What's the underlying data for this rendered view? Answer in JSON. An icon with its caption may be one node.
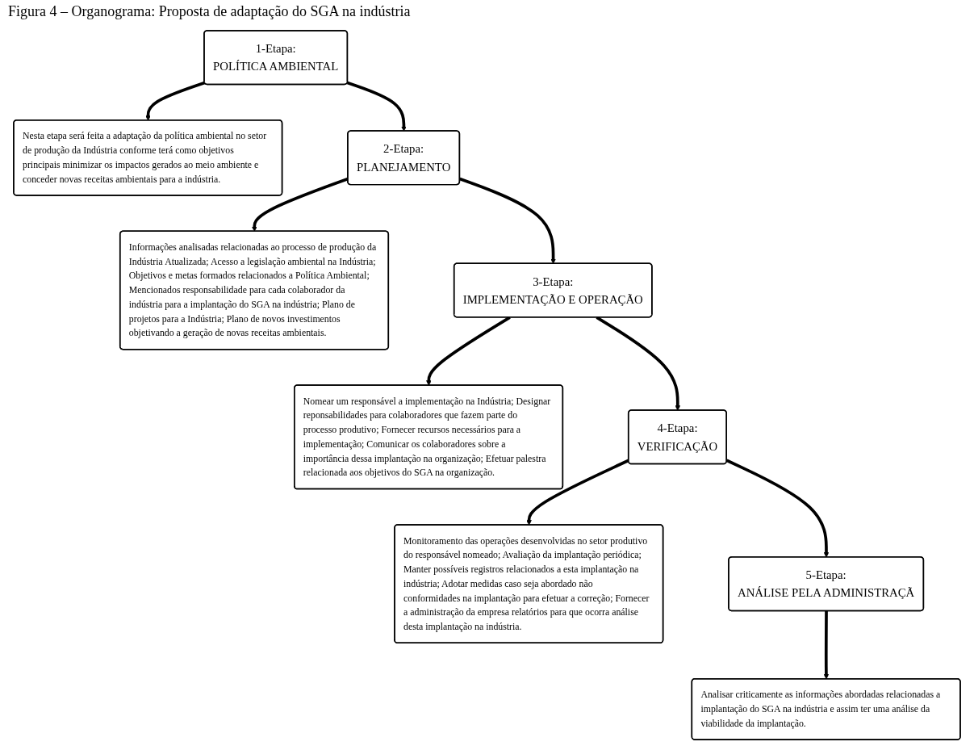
{
  "diagram": {
    "title": "Figura 4 – Organograma: Proposta de adaptação do SGA na indústria",
    "nodes": [
      {
        "text": [
          "1-Etapa:",
          "POLÍTICA AMBIENTAL"
        ]
      },
      {
        "text": [
          "Nesta etapa será feita a adaptação da política ambiental no setor de produção da Indústria conforme terá como objetivos principais minimizar os impactos gerados ao meio ambiente e conceder novas receitas ambientais para a indústria."
        ]
      },
      {
        "text": [
          "2-Etapa:",
          "PLANEJAMENTO"
        ]
      },
      {
        "text": [
          "Informações analisadas relacionadas ao processo de produção da Indústria Atualizada; Acesso a legislação ambiental na Indústria; Objetivos e metas formados relacionados a Política Ambiental; Mencionados responsabilidade para cada colaborador da indústria para a implantação do SGA na indústria; Plano de projetos para a Indústria; Plano de novos investimentos objetivando a geração de novas receitas ambientais."
        ]
      },
      {
        "text": [
          "3-Etapa:",
          "IMPLEMENTAÇÃO E OPERAÇÃO"
        ]
      },
      {
        "text": [
          "Nomear um responsável a implementação na Indústria; Designar reponsabilidades para colaboradores que fazem parte do processo produtivo; Fornecer recursos necessários para a implementação; Comunicar os colaboradores sobre a importância dessa implantação na organização; Efetuar palestra relacionada aos objetivos do SGA na organização."
        ]
      },
      {
        "text": [
          "4-Etapa:",
          "VERIFICAÇÃO"
        ]
      },
      {
        "text": [
          "Monitoramento das operações desenvolvidas no setor produtivo do responsável nomeado; Avaliação da implantação periódica; Manter possíveis registros relacionados a esta implantação na indústria; Adotar medidas caso seja abordado não conformidades na implantação para efetuar a correção; Fornecer a administração da empresa relatórios para que ocorra análise desta implantação na indústria."
        ]
      },
      {
        "text": [
          "5-Etapa:",
          "ANÁLISE PELA ADMINISTRAÇÃ"
        ]
      },
      {
        "text": [
          "Analisar criticamente as informações abordadas relacionadas a implantação do SGA na indústria e assim ter uma análise da viabilidade da implantação."
        ]
      }
    ],
    "edges": [
      {
        "from": 0,
        "to": 1,
        "arrow": "to"
      },
      {
        "from": 0,
        "to": 2,
        "arrow": "to"
      },
      {
        "from": 2,
        "to": 3,
        "arrow": "to"
      },
      {
        "from": 2,
        "to": 4,
        "arrow": "to"
      },
      {
        "from": 4,
        "to": 5,
        "arrow": "to"
      },
      {
        "from": 4,
        "to": 6,
        "arrow": "to"
      },
      {
        "from": 6,
        "to": 7,
        "arrow": "to"
      },
      {
        "from": 6,
        "to": 8,
        "arrow": "to"
      },
      {
        "from": 8,
        "to": 9,
        "arrow": "to"
      }
    ]
  }
}
